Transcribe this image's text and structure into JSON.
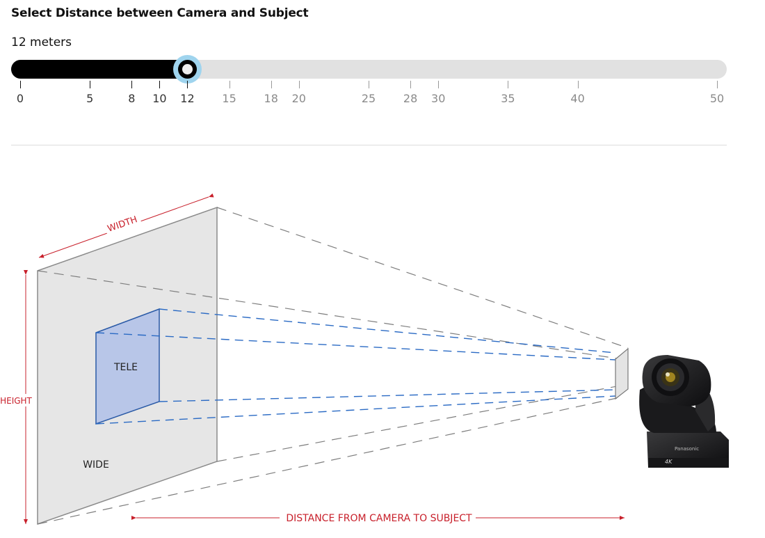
{
  "header": {
    "title": "Select Distance between Camera and Subject"
  },
  "slider": {
    "value": 12,
    "unit": "meters",
    "value_text": "12 meters",
    "min": 0,
    "max": 50,
    "ticks": [
      "0",
      "5",
      "8",
      "10",
      "12",
      "15",
      "18",
      "20",
      "25",
      "28",
      "30",
      "35",
      "40",
      "50"
    ],
    "fill_color": "#000000",
    "track_color": "#e1e1e1",
    "thumb_ring_color": "#9fd4ee"
  },
  "diagram": {
    "width_label": "WIDTH",
    "height_label": "HEIGHT",
    "tele_label": "TELE",
    "wide_label": "WIDE",
    "distance_label": "DISTANCE FROM CAMERA TO SUBJECT",
    "camera_badge": "4K",
    "camera_brand": "Panasonic",
    "annotation_color": "#c8202b",
    "tele_color": "#b8c6e8",
    "wide_color": "#e6e6e6"
  }
}
